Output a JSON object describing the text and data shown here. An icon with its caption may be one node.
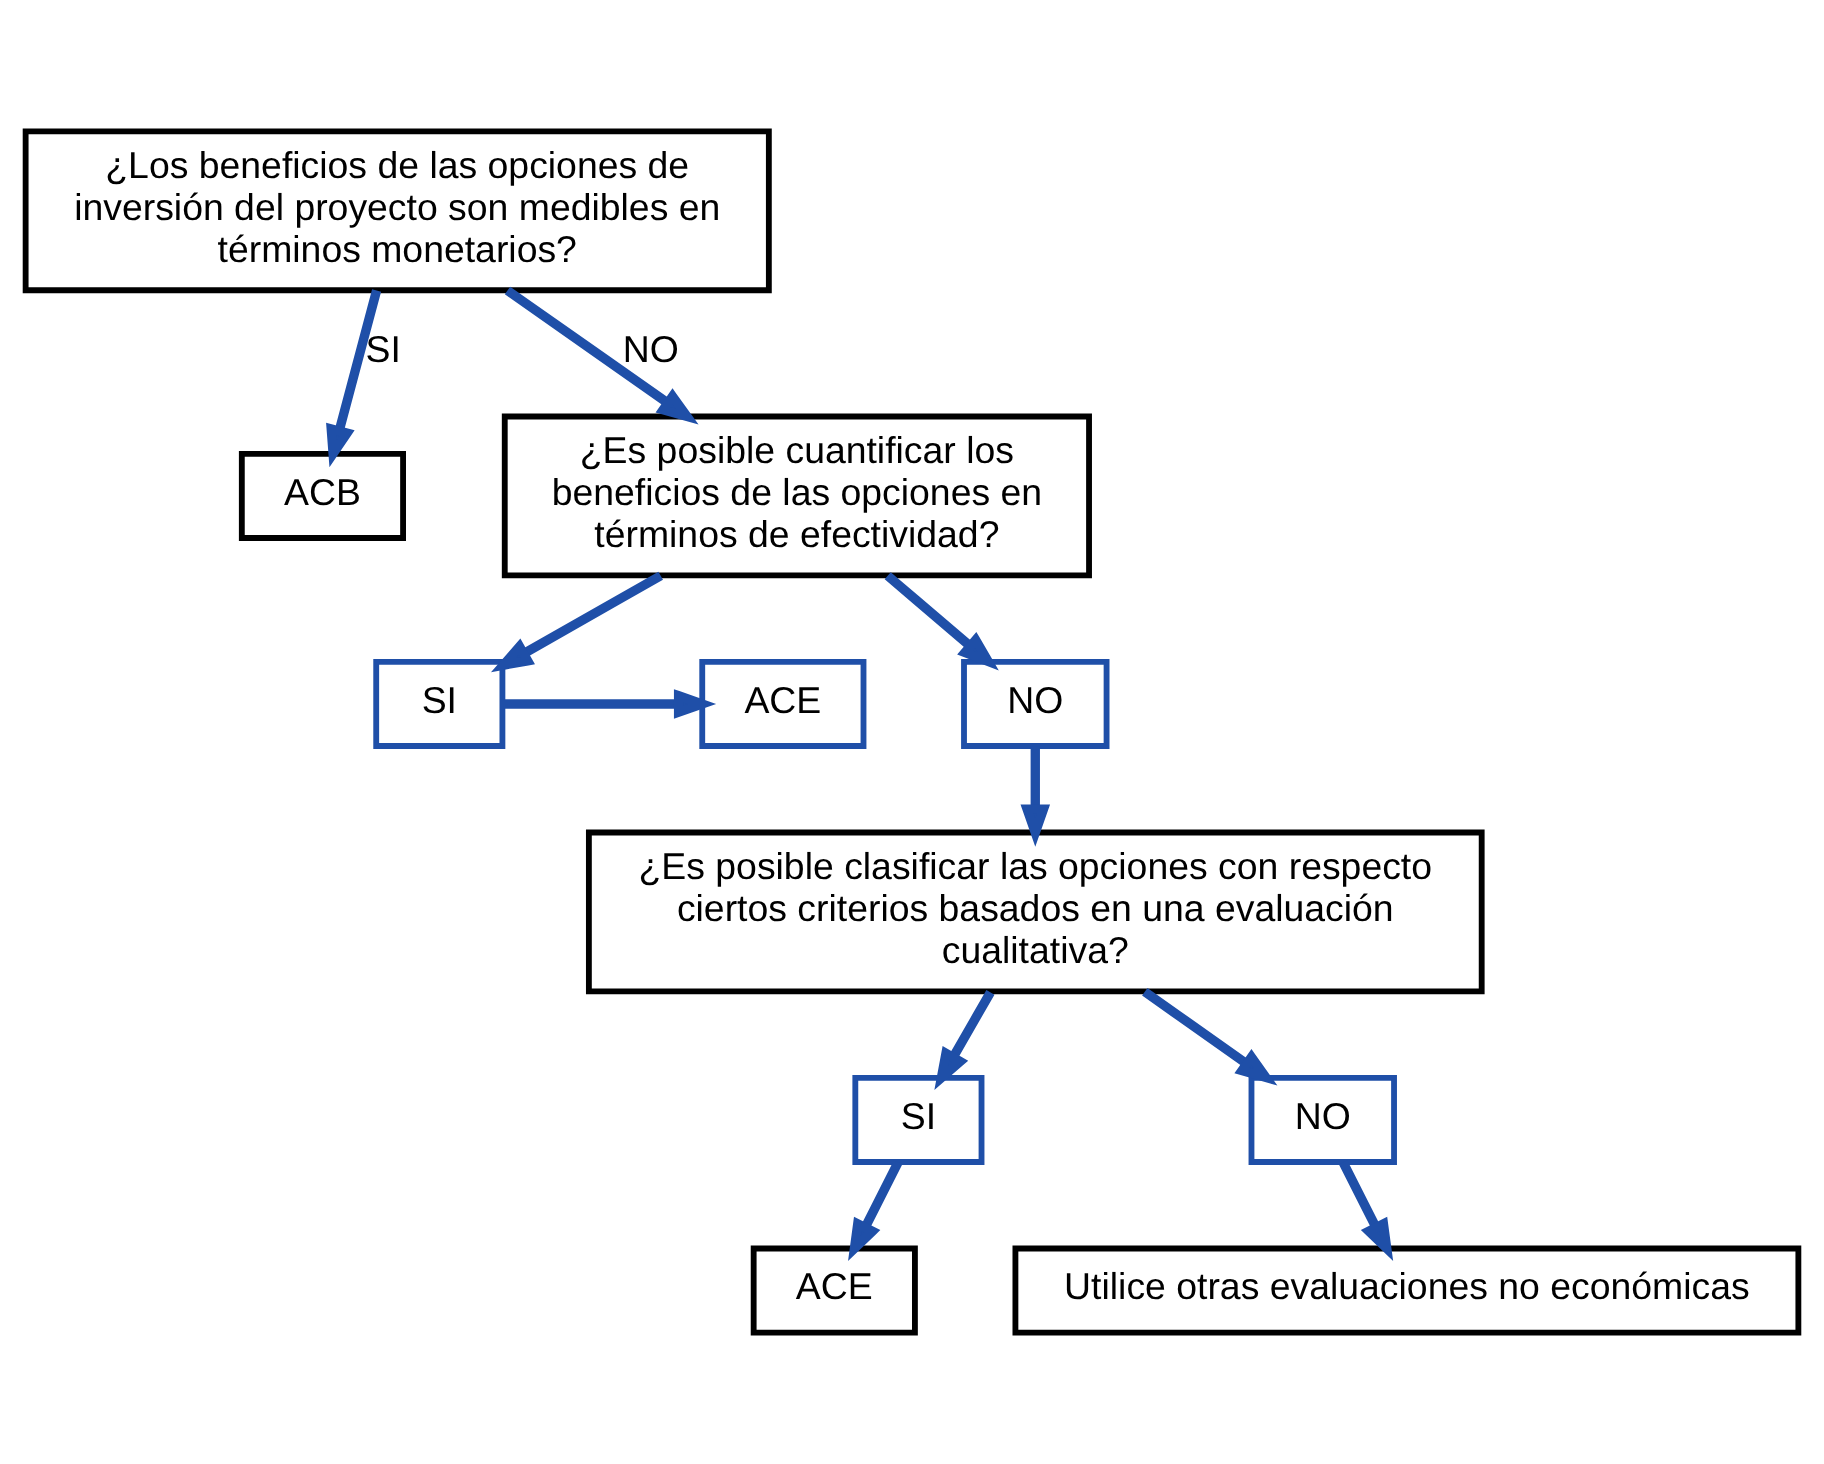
{
  "diagram": {
    "nodes": [
      {
        "text": [
          "¿Los beneficios de las opciones de inversión del proyecto son medibles en términos monetarios?"
        ]
      },
      {
        "text": [
          "ACB"
        ]
      },
      {
        "text": [
          "¿Es posible cuantificar los beneficios de las opciones en términos de efectividad?"
        ]
      },
      {
        "text": [
          "SI"
        ]
      },
      {
        "text": [
          "NO"
        ]
      },
      {
        "text": [
          "ACE"
        ]
      },
      {
        "text": [
          "¿Es posible clasificar las opciones con respecto  ciertos criterios basados en una evaluación cualitativa?"
        ]
      },
      {
        "text": [
          "SI"
        ]
      },
      {
        "text": [
          "NO"
        ]
      },
      {
        "text": [
          "ACE"
        ]
      },
      {
        "text": [
          "Utilice otras evaluaciones no económicas"
        ]
      }
    ],
    "edges": [
      {
        "from": 0,
        "to": 1,
        "arrow": "to",
        "label": "SI"
      },
      {
        "from": 0,
        "to": 2,
        "arrow": "to",
        "label": "NO"
      },
      {
        "from": 2,
        "to": 3,
        "arrow": "to"
      },
      {
        "from": 2,
        "to": 4,
        "arrow": "to"
      },
      {
        "from": 3,
        "to": 5,
        "arrow": "to"
      },
      {
        "from": 4,
        "to": 6,
        "arrow": "to"
      },
      {
        "from": 6,
        "to": 7,
        "arrow": "to"
      },
      {
        "from": 6,
        "to": 8,
        "arrow": "to"
      },
      {
        "from": 7,
        "to": 9,
        "arrow": "to"
      },
      {
        "from": 8,
        "to": 10,
        "arrow": "to"
      }
    ]
  }
}
